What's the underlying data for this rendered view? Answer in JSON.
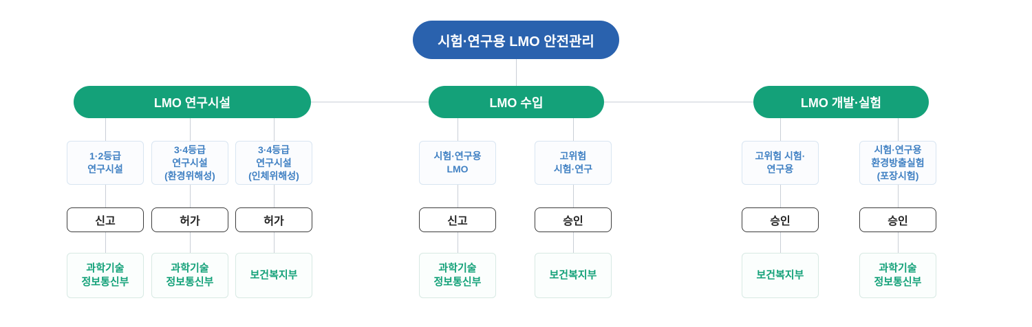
{
  "root": {
    "label": "시험·연구용 LMO 안전관리"
  },
  "branches": [
    {
      "label": "LMO 연구시설"
    },
    {
      "label": "LMO 수입"
    },
    {
      "label": "LMO 개발·실험"
    }
  ],
  "columns": [
    {
      "facility": "1·2등급\n연구시설",
      "action": "신고",
      "ministry": "과학기술\n정보통신부"
    },
    {
      "facility": "3·4등급\n연구시설\n(환경위해성)",
      "action": "허가",
      "ministry": "과학기술\n정보통신부"
    },
    {
      "facility": "3·4등급\n연구시설\n(인체위해성)",
      "action": "허가",
      "ministry": "보건복지부"
    },
    {
      "facility": "시험·연구용\nLMO",
      "action": "신고",
      "ministry": "과학기술\n정보통신부"
    },
    {
      "facility": "고위험\n시험·연구",
      "action": "승인",
      "ministry": "보건복지부"
    },
    {
      "facility": "고위험 시험·\n연구용",
      "action": "승인",
      "ministry": "보건복지부"
    },
    {
      "facility": "시험·연구용\n환경방출실험\n(포장시험)",
      "action": "승인",
      "ministry": "과학기술\n정보통신부"
    }
  ],
  "colors": {
    "root_pill": "#2a62ae",
    "branch_pill": "#14a179",
    "facility_text": "#4181c3",
    "ministry_text": "#14a179",
    "connector_line": "#c9ced6"
  }
}
